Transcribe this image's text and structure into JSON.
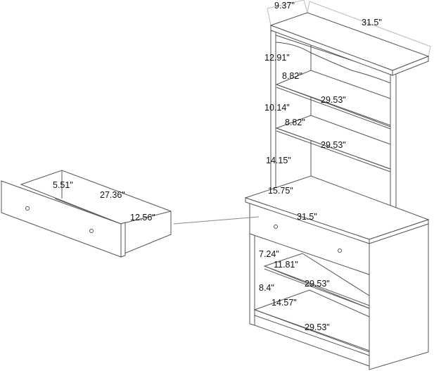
{
  "hutch": {
    "depth": "9.37\"",
    "width": "31.5\"",
    "top_opening_height": "12.91\"",
    "shelf1_depth": "8.82\"",
    "shelf1_width": "29.53\"",
    "middle_opening_height": "10.14\"",
    "shelf2_depth": "8.82\"",
    "shelf2_width": "29.53\"",
    "bottom_opening_height": "14.15\""
  },
  "base": {
    "depth": "15.75\"",
    "width": "31.5\"",
    "upper_opening_height": "7.24\"",
    "shelf_depth": "11.81\"",
    "shelf_width": "29.53\"",
    "lower_opening_height": "8.4\"",
    "bottom_depth": "14.57\"",
    "bottom_width": "29.53\""
  },
  "drawer": {
    "height": "5.51\"",
    "length": "27.36\"",
    "depth": "12.56\""
  }
}
